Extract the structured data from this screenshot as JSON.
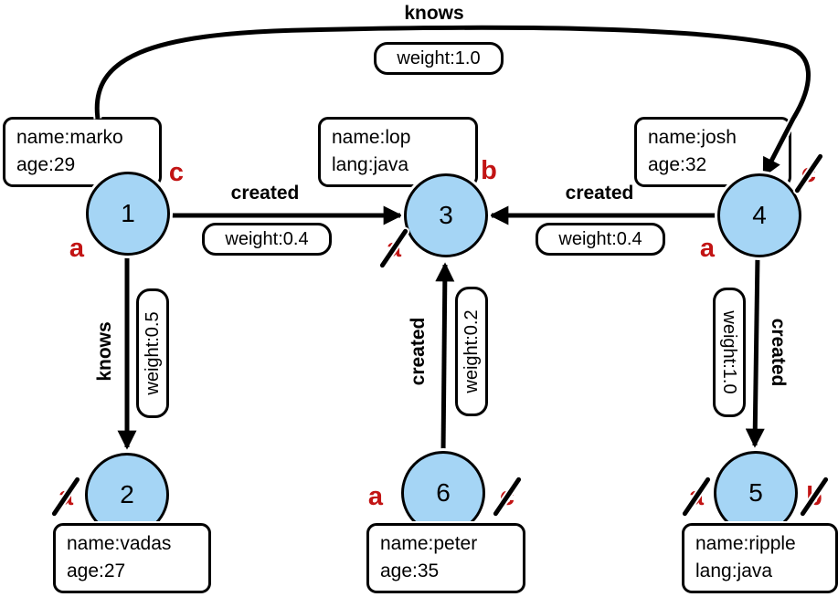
{
  "diagram": {
    "type": "property-graph",
    "node_fill_color": "#A5D5F5",
    "node_border_color": "#000000",
    "marker_color": "#C21414",
    "edge_color": "#000000"
  },
  "nodes": [
    {
      "id": "1",
      "label": "1",
      "props": [
        "name:marko",
        "age:29"
      ],
      "markers": [
        {
          "letter": "c",
          "slashed": false
        },
        {
          "letter": "a",
          "slashed": false
        }
      ]
    },
    {
      "id": "2",
      "label": "2",
      "props": [
        "name:vadas",
        "age:27"
      ],
      "markers": [
        {
          "letter": "a",
          "slashed": true
        }
      ]
    },
    {
      "id": "3",
      "label": "3",
      "props": [
        "name:lop",
        "lang:java"
      ],
      "markers": [
        {
          "letter": "b",
          "slashed": false
        },
        {
          "letter": "a",
          "slashed": true
        }
      ]
    },
    {
      "id": "4",
      "label": "4",
      "props": [
        "name:josh",
        "age:32"
      ],
      "markers": [
        {
          "letter": "c",
          "slashed": true
        },
        {
          "letter": "a",
          "slashed": false
        }
      ]
    },
    {
      "id": "5",
      "label": "5",
      "props": [
        "name:ripple",
        "lang:java"
      ],
      "markers": [
        {
          "letter": "a",
          "slashed": true
        },
        {
          "letter": "b",
          "slashed": true
        }
      ]
    },
    {
      "id": "6",
      "label": "6",
      "props": [
        "name:peter",
        "age:35"
      ],
      "markers": [
        {
          "letter": "a",
          "slashed": false
        },
        {
          "letter": "c",
          "slashed": true
        }
      ]
    }
  ],
  "edges": [
    {
      "from": "1",
      "to": "4",
      "label": "knows",
      "weight_label": "weight:1.0"
    },
    {
      "from": "1",
      "to": "3",
      "label": "created",
      "weight_label": "weight:0.4"
    },
    {
      "from": "4",
      "to": "3",
      "label": "created",
      "weight_label": "weight:0.4"
    },
    {
      "from": "1",
      "to": "2",
      "label": "knows",
      "weight_label": "weight:0.5"
    },
    {
      "from": "6",
      "to": "3",
      "label": "created",
      "weight_label": "weight:0.2"
    },
    {
      "from": "4",
      "to": "5",
      "label": "created",
      "weight_label": "weight:1.0"
    }
  ]
}
